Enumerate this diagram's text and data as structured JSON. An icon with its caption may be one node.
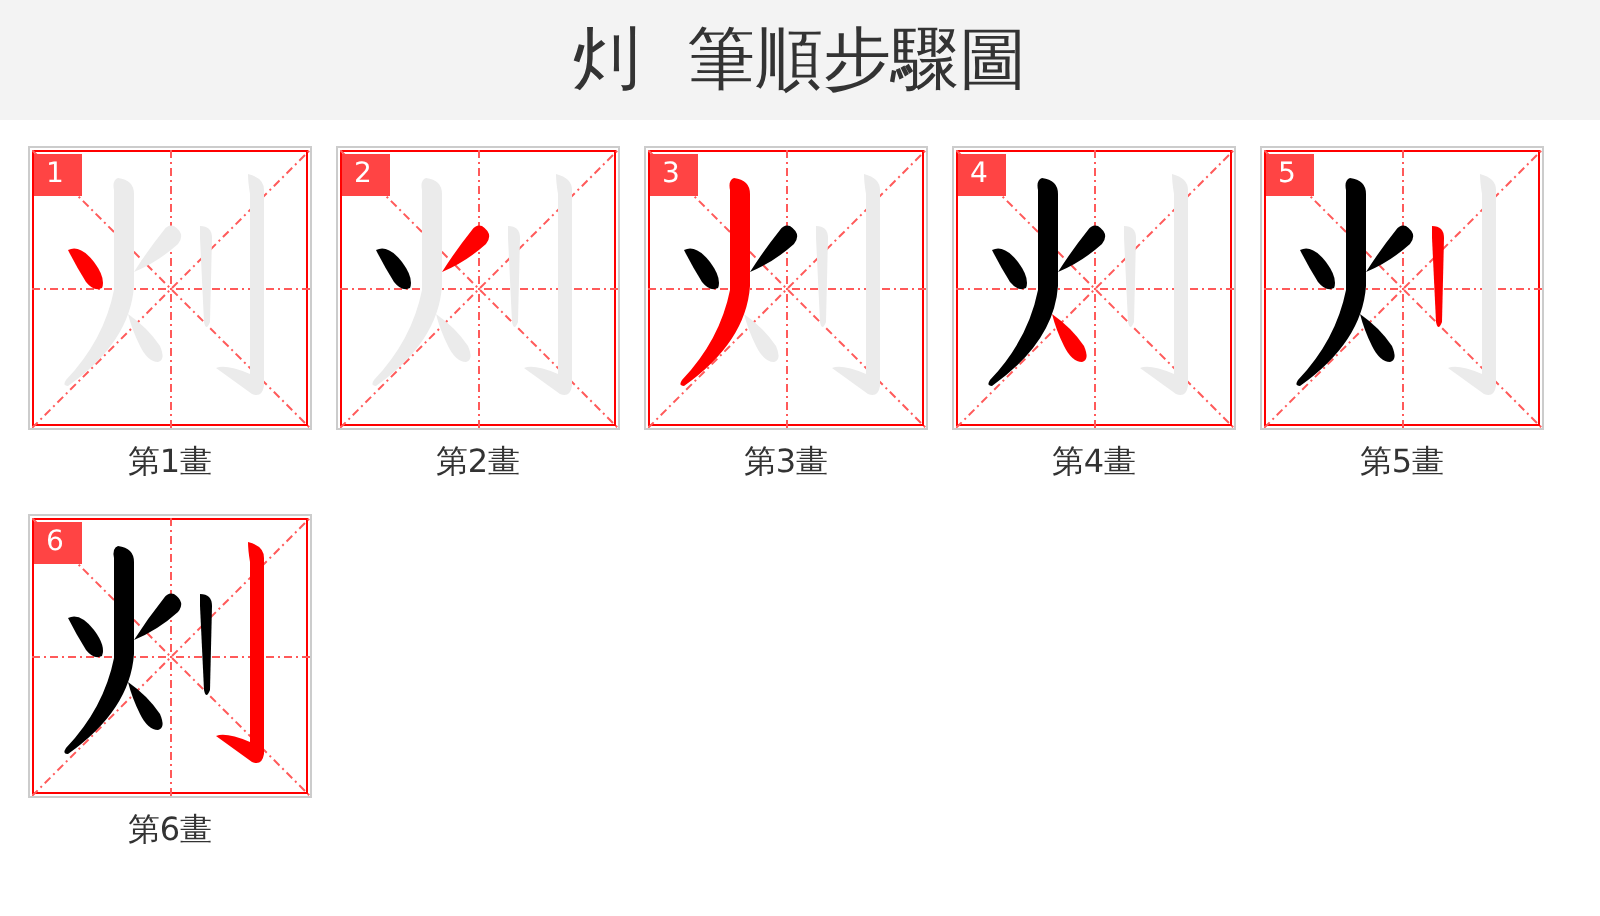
{
  "diagram": {
    "title": "灲 筆順步驟圖",
    "nodes": [
      {
        "text": [
          "1"
        ],
        "beside": [
          "第1畫"
        ]
      },
      {
        "text": [
          "2"
        ],
        "beside": [
          "第2畫"
        ]
      },
      {
        "text": [
          "3"
        ],
        "beside": [
          "第3畫"
        ]
      },
      {
        "text": [
          "4"
        ],
        "beside": [
          "第4畫"
        ]
      },
      {
        "text": [
          "5"
        ],
        "beside": [
          "第5畫"
        ]
      },
      {
        "text": [
          "6"
        ],
        "beside": [
          "第6畫"
        ]
      }
    ]
  }
}
